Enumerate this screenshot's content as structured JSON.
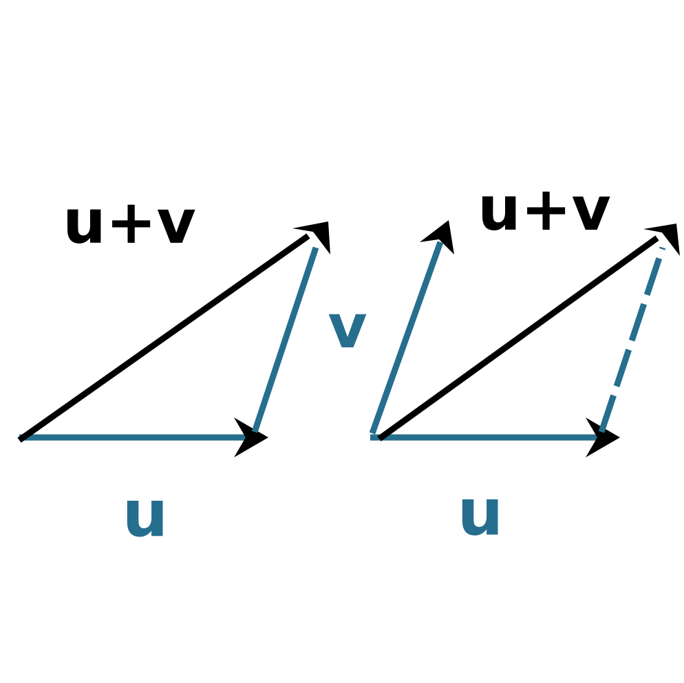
{
  "colors": {
    "vector_u_v": "#266e8e",
    "vector_sum": "#000000",
    "background": "#ffffff"
  },
  "left_figure": {
    "sum_label": "u+v",
    "v_label": "v",
    "u_label": "u"
  },
  "right_figure": {
    "sum_label": "u+v",
    "u_label": "u"
  }
}
